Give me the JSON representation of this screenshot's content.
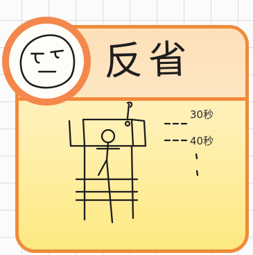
{
  "title": "反省",
  "annotations": [
    "30秒",
    "40秒"
  ],
  "icons": {
    "face": "face-icon",
    "drawing": "stick-figure-in-bed-icon"
  },
  "colors": {
    "frame": "#f08a3a",
    "face_ring": "#f4874b",
    "title_band": "#fde0b9",
    "card_body": "#fff1b8"
  }
}
